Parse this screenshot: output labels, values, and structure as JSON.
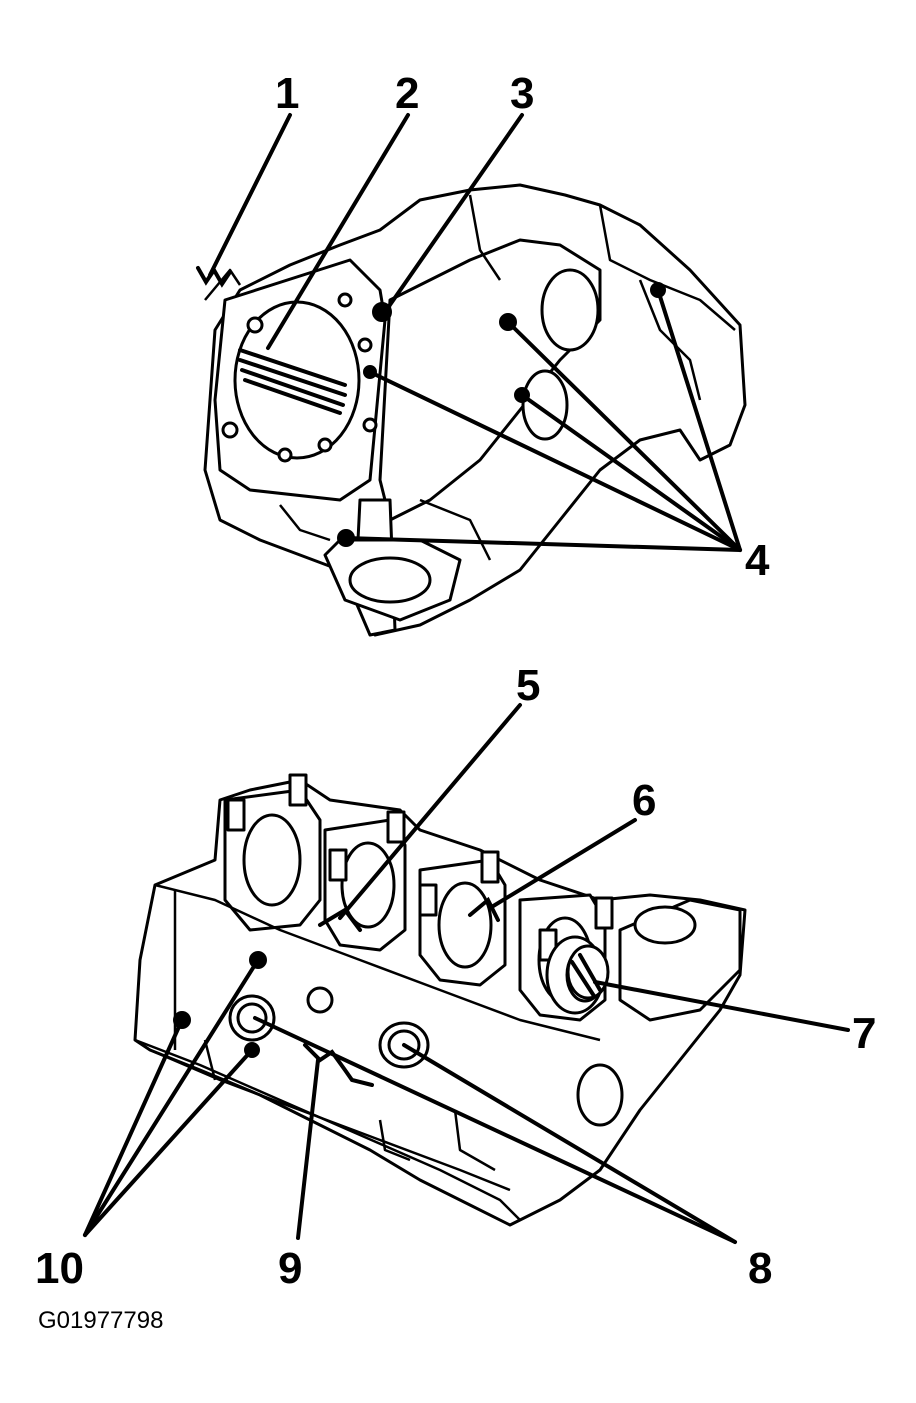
{
  "figure_id": "G01977798",
  "callouts": [
    "1",
    "2",
    "3",
    "4",
    "5",
    "6",
    "7",
    "8",
    "9",
    "10"
  ],
  "colors": {
    "line": "#000000",
    "background": "#ffffff"
  }
}
